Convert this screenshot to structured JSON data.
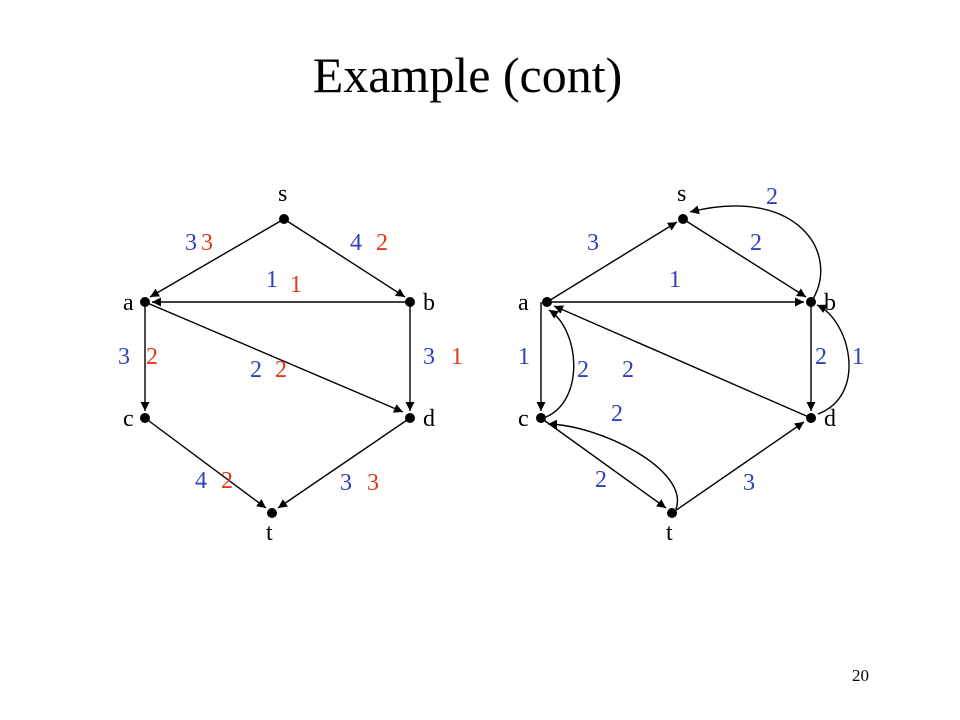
{
  "slide": {
    "title": "Example (cont)",
    "page_number": "20"
  },
  "colors": {
    "capacity": "#2f3fbf",
    "flow": "#e03a12",
    "edge": "#000000"
  },
  "left_graph": {
    "nodes": {
      "s": "s",
      "a": "a",
      "b": "b",
      "c": "c",
      "d": "d",
      "t": "t"
    },
    "edge_labels": {
      "s_a": {
        "capacity": "3",
        "flow": "3"
      },
      "s_b": {
        "capacity": "4",
        "flow": "2"
      },
      "b_a": {
        "capacity": "1",
        "flow": "1"
      },
      "a_c": {
        "capacity": "3",
        "flow": "2"
      },
      "a_d": {
        "capacity": "2",
        "flow": "2"
      },
      "b_d": {
        "capacity": "3",
        "flow": "1"
      },
      "c_t": {
        "capacity": "4",
        "flow": "2"
      },
      "d_t": {
        "capacity": "3",
        "flow": "3"
      }
    }
  },
  "right_graph": {
    "nodes": {
      "s": "s",
      "a": "a",
      "b": "b",
      "c": "c",
      "d": "d",
      "t": "t"
    },
    "edge_labels": {
      "a_s": "3",
      "s_b": "2",
      "b_s": "2",
      "a_b": "1",
      "b_d": "2",
      "d_b": "1",
      "a_c": "1",
      "c_a": "2",
      "d_a": "2",
      "t_c": "2",
      "c_t": "2",
      "t_d": "3"
    }
  }
}
